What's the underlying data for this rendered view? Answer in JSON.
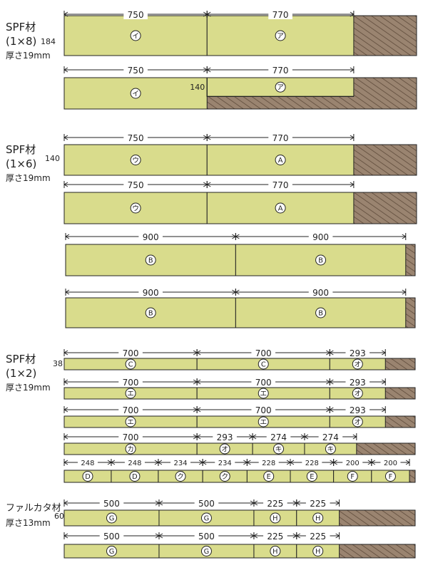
{
  "colors": {
    "wood": "#d9dc8c",
    "scrap": "#9a8470",
    "hatch": "#5e4a3a",
    "line": "#222222"
  },
  "groups": [
    {
      "name": "SPF材",
      "size": "(1×8)",
      "thickness": "厚さ19mm",
      "width_label": "184",
      "boards": [
        {
          "full_mm": 1850,
          "pieces": [
            {
              "mm": 750,
              "dim": "750",
              "mark": "イ"
            },
            {
              "mm": 770,
              "dim": "770",
              "mark": "ア"
            }
          ]
        },
        {
          "full_mm": 1850,
          "pieces": [
            {
              "mm": 750,
              "dim": "750",
              "mark": "イ"
            },
            {
              "mm": 770,
              "dim": "770",
              "mark": "ア",
              "rip": "140"
            }
          ]
        }
      ]
    },
    {
      "name": "SPF材",
      "size": "(1×6)",
      "thickness": "厚さ19mm",
      "width_label": "140",
      "boards": [
        {
          "full_mm": 1850,
          "pieces": [
            {
              "mm": 750,
              "dim": "750",
              "mark": "ウ"
            },
            {
              "mm": 770,
              "dim": "770",
              "mark": "A"
            }
          ]
        },
        {
          "full_mm": 1850,
          "pieces": [
            {
              "mm": 750,
              "dim": "750",
              "mark": "ウ"
            },
            {
              "mm": 770,
              "dim": "770",
              "mark": "A"
            }
          ]
        },
        {
          "full_mm": 1850,
          "pieces": [
            {
              "mm": 900,
              "dim": "900",
              "mark": "B"
            },
            {
              "mm": 900,
              "dim": "900",
              "mark": "B"
            }
          ]
        },
        {
          "full_mm": 1850,
          "pieces": [
            {
              "mm": 900,
              "dim": "900",
              "mark": "B"
            },
            {
              "mm": 900,
              "dim": "900",
              "mark": "B"
            }
          ]
        }
      ]
    },
    {
      "name": "SPF材",
      "size": "(1×2)",
      "thickness": "厚さ19mm",
      "width_label": "38",
      "boards": [
        {
          "full_mm": 1850,
          "pieces": [
            {
              "mm": 700,
              "dim": "700",
              "mark": "C"
            },
            {
              "mm": 700,
              "dim": "700",
              "mark": "C"
            },
            {
              "mm": 293,
              "dim": "293",
              "mark": "オ"
            }
          ]
        },
        {
          "full_mm": 1850,
          "pieces": [
            {
              "mm": 700,
              "dim": "700",
              "mark": "エ"
            },
            {
              "mm": 700,
              "dim": "700",
              "mark": "エ"
            },
            {
              "mm": 293,
              "dim": "293",
              "mark": "オ"
            }
          ]
        },
        {
          "full_mm": 1850,
          "pieces": [
            {
              "mm": 700,
              "dim": "700",
              "mark": "エ"
            },
            {
              "mm": 700,
              "dim": "700",
              "mark": "エ"
            },
            {
              "mm": 293,
              "dim": "293",
              "mark": "オ"
            }
          ]
        },
        {
          "full_mm": 1850,
          "pieces": [
            {
              "mm": 700,
              "dim": "700",
              "mark": "カ"
            },
            {
              "mm": 293,
              "dim": "293",
              "mark": "オ"
            },
            {
              "mm": 274,
              "dim": "274",
              "mark": "キ"
            },
            {
              "mm": 274,
              "dim": "274",
              "mark": "キ"
            }
          ]
        },
        {
          "full_mm": 1850,
          "pieces": [
            {
              "mm": 248,
              "dim": "248",
              "mark": "D"
            },
            {
              "mm": 248,
              "dim": "248",
              "mark": "D"
            },
            {
              "mm": 234,
              "dim": "234",
              "mark": "ク"
            },
            {
              "mm": 234,
              "dim": "234",
              "mark": "ク"
            },
            {
              "mm": 228,
              "dim": "228",
              "mark": "E"
            },
            {
              "mm": 228,
              "dim": "228",
              "mark": "E"
            },
            {
              "mm": 200,
              "dim": "200",
              "mark": "F"
            },
            {
              "mm": 200,
              "dim": "200",
              "mark": "F"
            }
          ]
        }
      ]
    },
    {
      "name": "ファルカタ材",
      "size": "",
      "thickness": "厚さ13mm",
      "width_label": "60",
      "boards": [
        {
          "full_mm": 1850,
          "pieces": [
            {
              "mm": 500,
              "dim": "500",
              "mark": "G"
            },
            {
              "mm": 500,
              "dim": "500",
              "mark": "G"
            },
            {
              "mm": 225,
              "dim": "225",
              "mark": "H"
            },
            {
              "mm": 225,
              "dim": "225",
              "mark": "H"
            }
          ]
        },
        {
          "full_mm": 1850,
          "pieces": [
            {
              "mm": 500,
              "dim": "500",
              "mark": "G"
            },
            {
              "mm": 500,
              "dim": "500",
              "mark": "G"
            },
            {
              "mm": 225,
              "dim": "225",
              "mark": "H"
            },
            {
              "mm": 225,
              "dim": "225",
              "mark": "H"
            }
          ]
        }
      ]
    }
  ]
}
